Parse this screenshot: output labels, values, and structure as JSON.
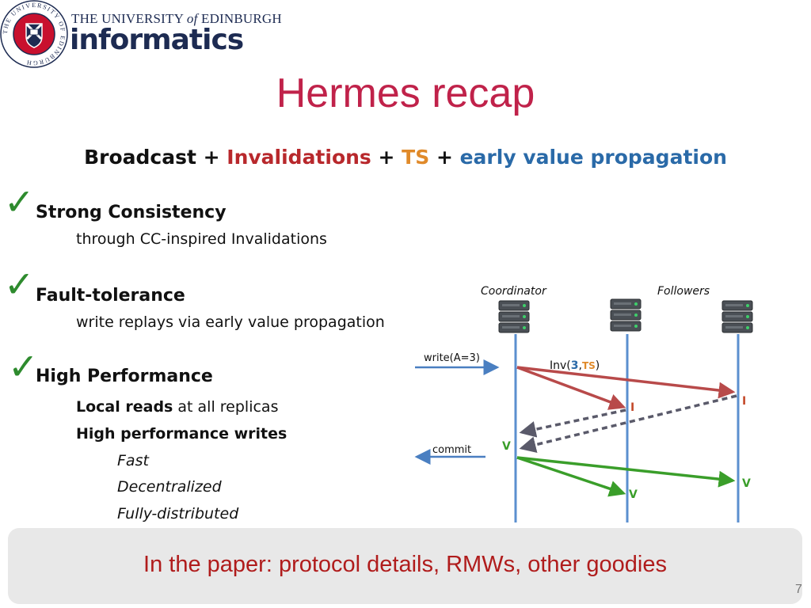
{
  "header": {
    "university_pre": "THE UNIVERSITY ",
    "university_of": "of",
    "university_post": " EDINBURGH",
    "school": "informatics",
    "seal_lettering": "THE UNIVERSITY OF EDINBURGH"
  },
  "title": "Hermes recap",
  "subtitle": {
    "part1": "Broadcast + ",
    "part2": "Invalidations",
    "part3": " + ",
    "part4": "TS",
    "part5": " + ",
    "part6": "early value propagation"
  },
  "colors": {
    "title": "#c0224a",
    "check": "#2e8b2e",
    "invalidation": "#b8282c",
    "ts": "#e08a2a",
    "propagation": "#2a6aa8",
    "client_arrow": "#4a7fc1",
    "ack_arrow": "#5a5a6a",
    "validate": "#3a9e2a",
    "callout_text": "#b01c1c"
  },
  "bullets": [
    {
      "check": "✓",
      "heading": "Strong Consistency",
      "detail": "through CC-inspired Invalidations"
    },
    {
      "check": "✓",
      "heading": "Fault-tolerance",
      "detail": "write replays via early value propagation"
    },
    {
      "check": "✓",
      "heading": "High Performance",
      "items": [
        {
          "bold": "Local reads",
          "rest": " at all replicas"
        },
        {
          "bold": "High performance writes",
          "rest": ""
        }
      ],
      "subitems": [
        "Fast",
        "Decentralized",
        "Fully-distributed"
      ]
    }
  ],
  "diagram": {
    "coordinator_label": "Coordinator",
    "followers_label": "Followers",
    "write_label": "write(A=3)",
    "inv_prefix": "Inv(",
    "inv_ts_value": "3",
    "inv_sep": ",",
    "inv_ts": "TS",
    "inv_suffix": ")",
    "invalid_mark": "I",
    "valid_mark": "V",
    "commit_label": "commit"
  },
  "callout": "In the paper: protocol details, RMWs, other goodies",
  "page_number": "7"
}
